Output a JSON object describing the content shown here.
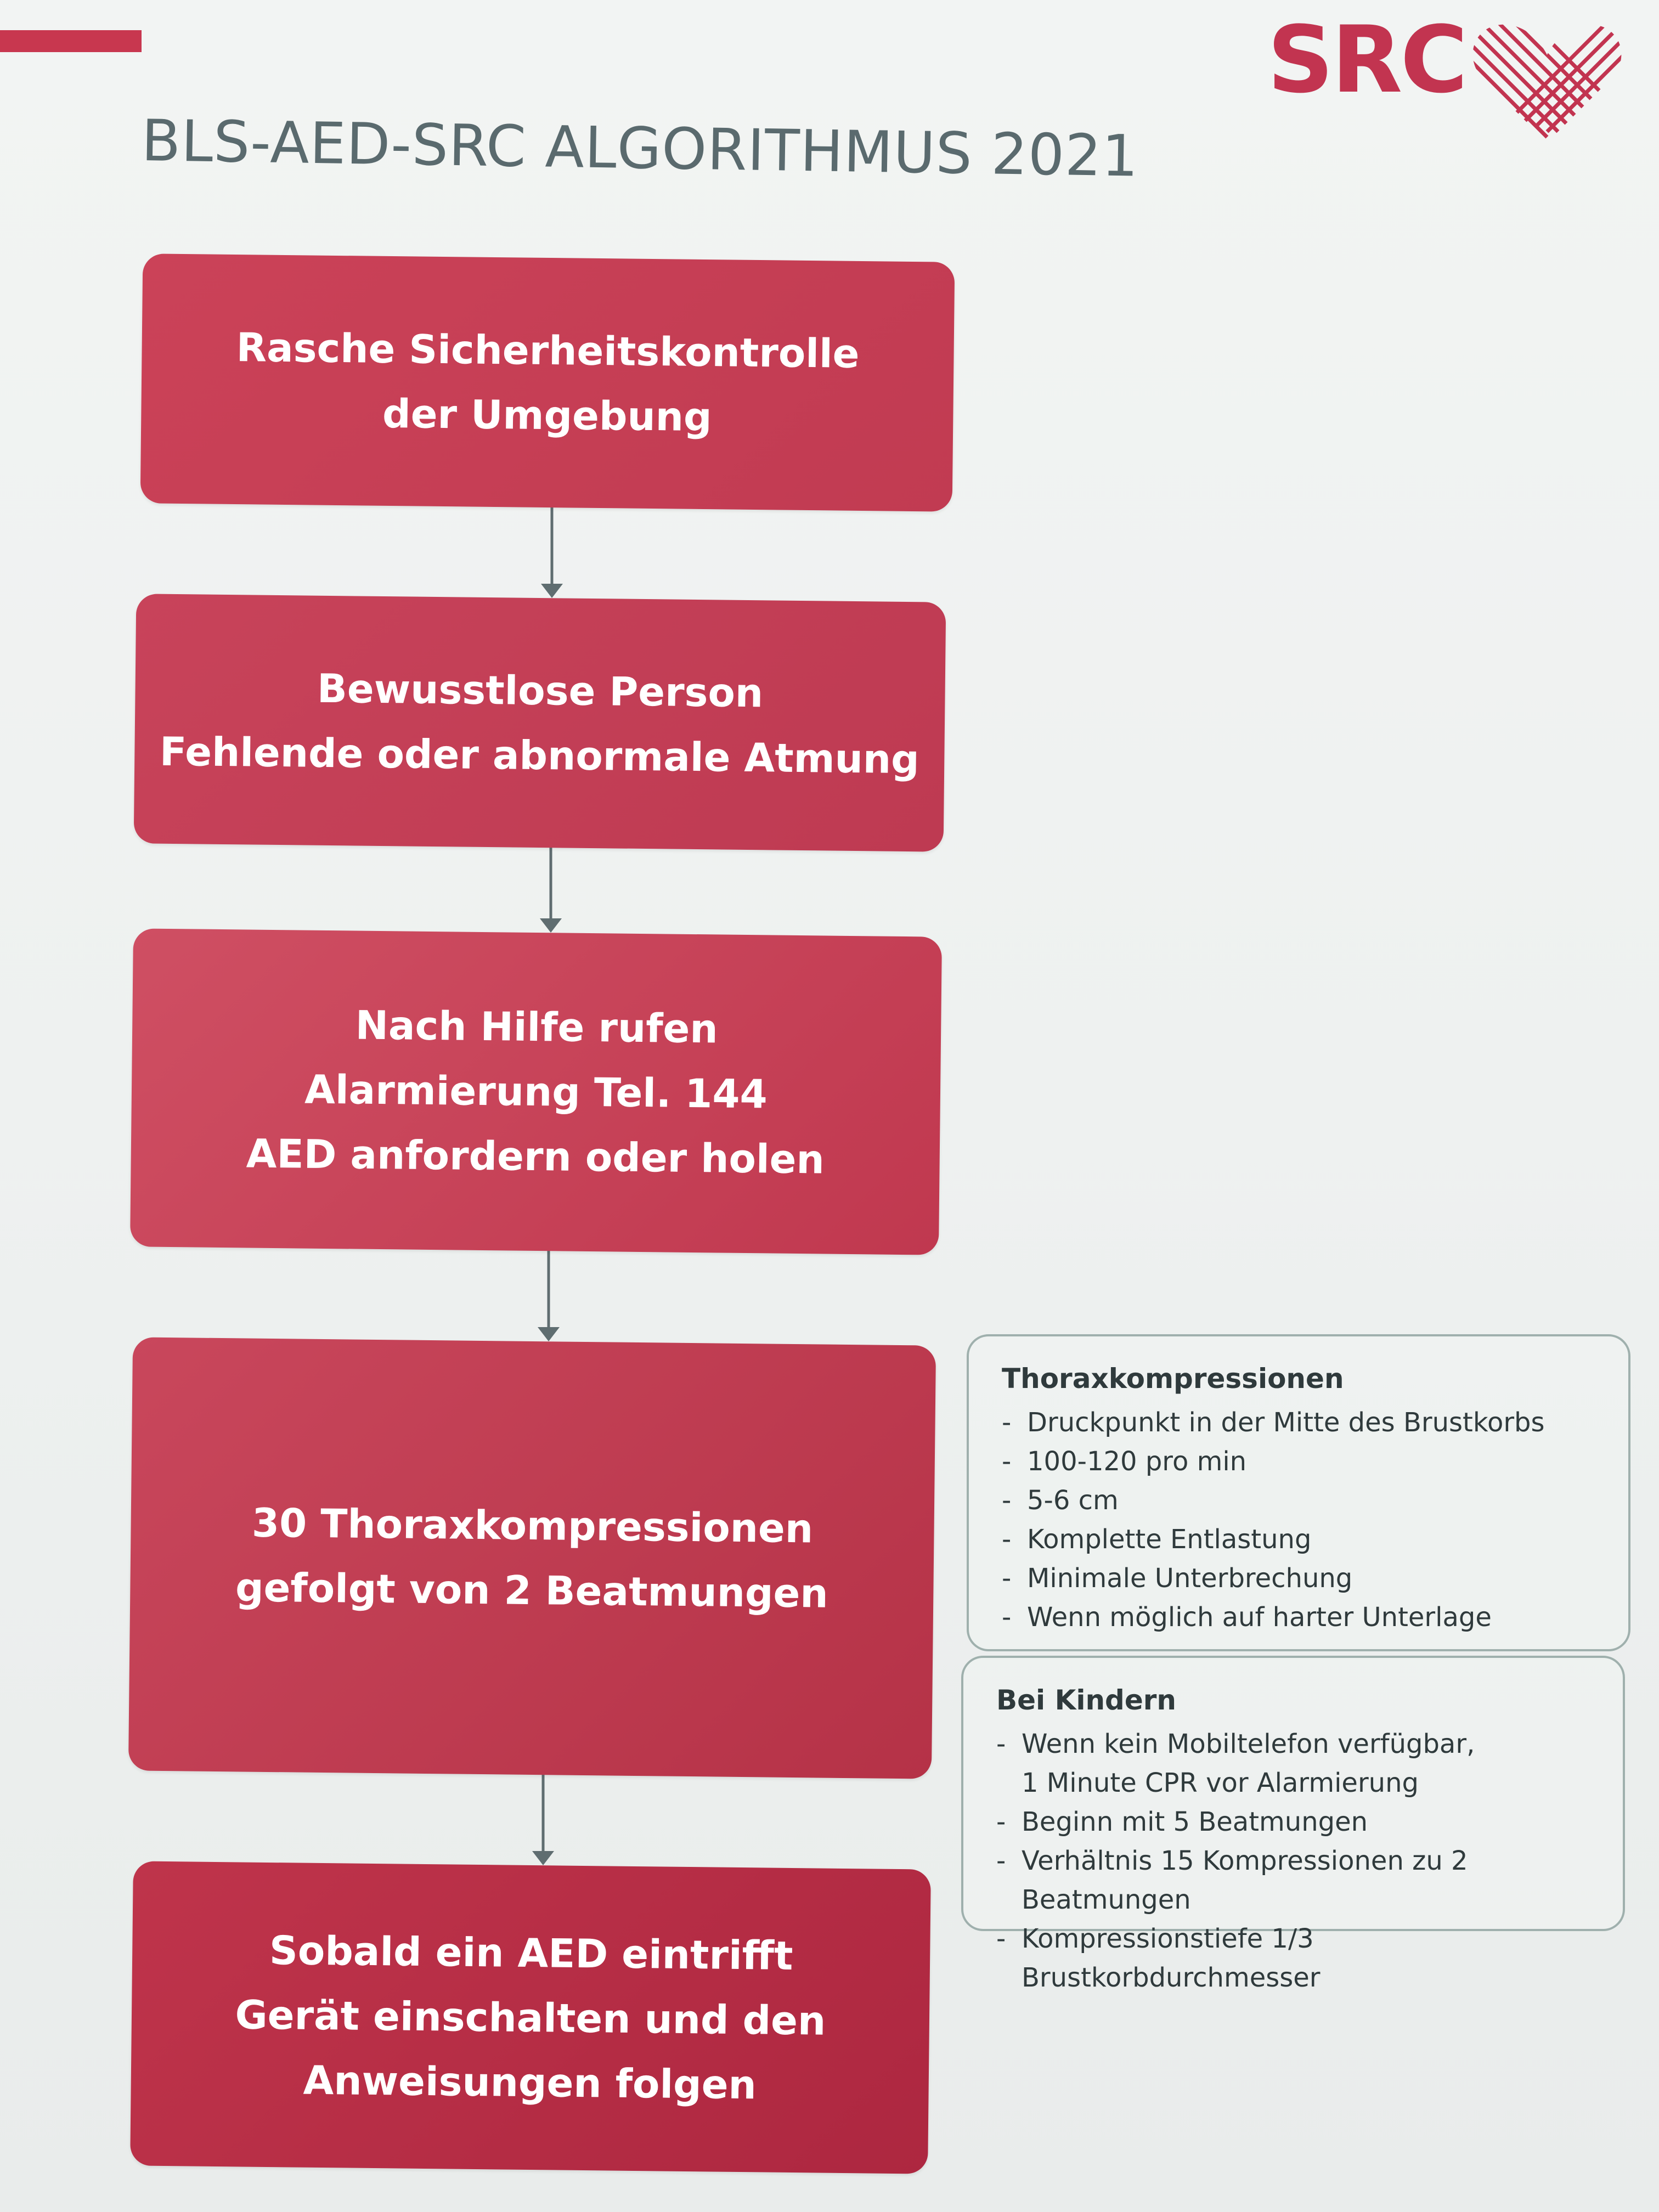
{
  "branding": {
    "logo_text": "SRC",
    "accent_color": "#c23450"
  },
  "title": "BLS-AED-SRC ALGORITHMUS 2021",
  "steps": [
    {
      "lines": [
        "Rasche Sicherheitskontrolle",
        "der Umgebung"
      ]
    },
    {
      "lines": [
        "Bewusstlose Person",
        "Fehlende oder abnormale Atmung"
      ]
    },
    {
      "lines": [
        "Nach Hilfe rufen",
        "Alarmierung Tel. 144",
        "AED anfordern oder holen"
      ]
    },
    {
      "lines": [
        "30 Thoraxkompressionen",
        "gefolgt von 2 Beatmungen"
      ]
    },
    {
      "lines": [
        "Sobald ein AED eintrifft",
        "Gerät einschalten und den",
        "Anweisungen folgen"
      ]
    }
  ],
  "info_boxes": {
    "compressions": {
      "heading": "Thoraxkompressionen",
      "items": [
        "Druckpunkt in der Mitte des Brustkorbs",
        "100-120 pro min",
        "5-6 cm",
        "Komplette Entlastung",
        "Minimale Unterbrechung",
        "Wenn möglich auf harter Unterlage"
      ]
    },
    "children": {
      "heading": "Bei Kindern",
      "items": [
        "Wenn kein Mobiltelefon verfügbar,\n1 Minute CPR vor Alarmierung",
        "Beginn mit 5 Beatmungen",
        "Verhältnis 15 Kompressionen zu 2 Beatmungen",
        "Kompressionstiefe 1/3 Brustkorbdurchmesser"
      ]
    }
  }
}
